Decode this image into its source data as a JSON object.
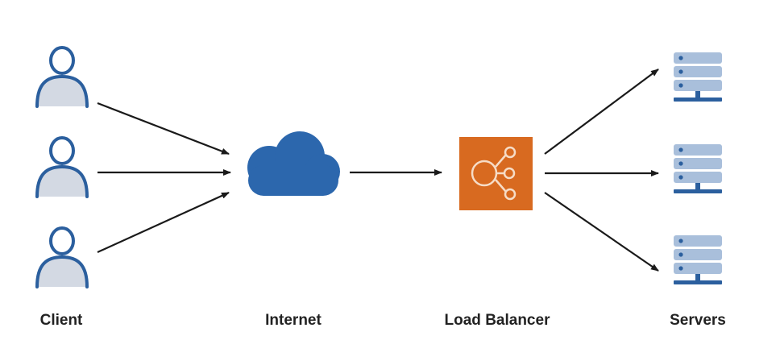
{
  "labels": {
    "client": "Client",
    "internet": "Internet",
    "load_balancer": "Load Balancer",
    "servers": "Servers"
  },
  "icons": {
    "client": "user-icon",
    "internet": "cloud-icon",
    "load_balancer": "load-balancer-icon",
    "servers": "server-icon"
  },
  "colors": {
    "user_outline": "#2b5f9e",
    "user_fill": "#d3d9e3",
    "cloud": "#2c67ad",
    "load_balancer_bg": "#d86a20",
    "load_balancer_glyph": "#f6dcc6",
    "server_unit": "#a9bfdb",
    "server_base": "#2b5f9e",
    "arrow": "#1a1a1a",
    "text": "#222222"
  }
}
